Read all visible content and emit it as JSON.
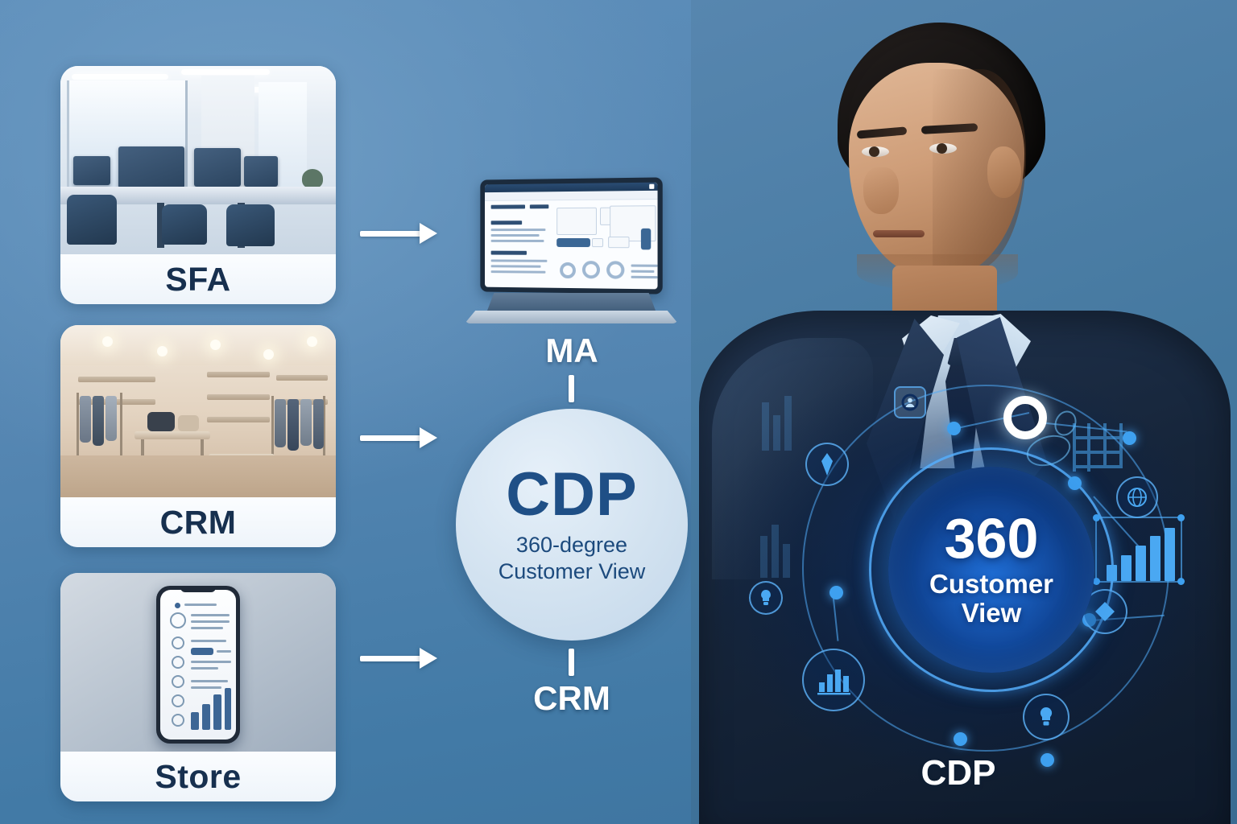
{
  "background": {
    "color_top": "#5d8eba",
    "color_bottom": "#3d739e"
  },
  "sources": {
    "cards": [
      {
        "label": "SFA",
        "scene": "office-interior",
        "icon": "office-desks-icon"
      },
      {
        "label": "CRM",
        "scene": "retail-store",
        "icon": "clothing-store-icon"
      },
      {
        "label": "Store",
        "scene": "mobile-phone-app",
        "icon": "smartphone-icon"
      }
    ]
  },
  "flow": {
    "arrows": [
      {
        "name": "sfa-to-cdp",
        "direction": "right"
      },
      {
        "name": "crm-to-cdp",
        "direction": "right"
      },
      {
        "name": "store-to-cdp",
        "direction": "right"
      },
      {
        "name": "cdp-to-hud",
        "direction": "right"
      }
    ]
  },
  "center": {
    "laptop": {
      "icon": "laptop-dashboard-icon"
    },
    "top_label": "MA",
    "bottom_label": "CRM",
    "circle": {
      "title": "CDP",
      "subtitle_line1": "360-degree",
      "subtitle_line2": "Customer View",
      "fill_color": "#d2e2f0",
      "text_color": "#1f4f86"
    }
  },
  "right": {
    "person": {
      "description": "businessman-portrait"
    },
    "hud": {
      "center_number": "360",
      "center_line1": "Customer",
      "center_line2": "View",
      "accent_color": "#3ea0ef",
      "core_color": "#124a9e",
      "icons": [
        "location-pin-icon",
        "lightbulb-icon",
        "bar-chart-icon",
        "user-badge-icon",
        "diamond-icon",
        "globe-icon",
        "ring-icon"
      ]
    },
    "caption": "CDP"
  }
}
